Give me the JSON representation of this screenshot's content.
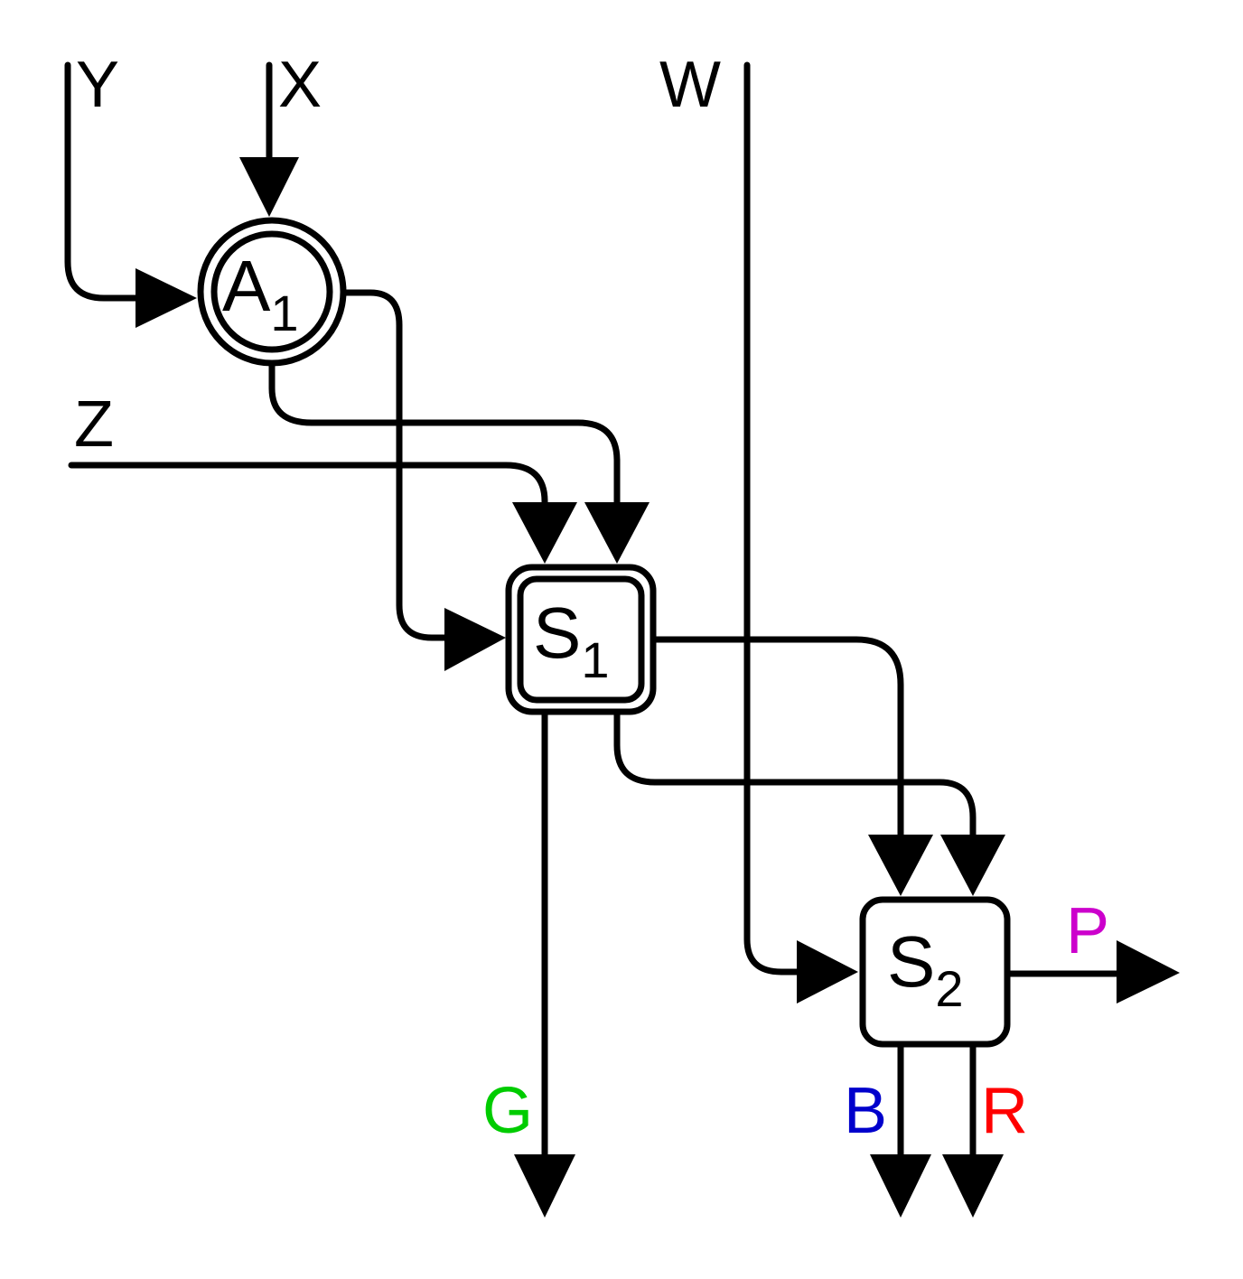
{
  "inputs": {
    "y": {
      "label": "Y",
      "color": "#000000"
    },
    "x": {
      "label": "X",
      "color": "#000000"
    },
    "w": {
      "label": "W",
      "color": "#000000"
    },
    "z": {
      "label": "Z",
      "color": "#000000"
    }
  },
  "nodes": {
    "a1": {
      "name": "A",
      "sub": "1",
      "shape": "double-circle"
    },
    "s1": {
      "name": "S",
      "sub": "1",
      "shape": "double-rounded-square"
    },
    "s2": {
      "name": "S",
      "sub": "2",
      "shape": "rounded-square"
    }
  },
  "outputs": {
    "g": {
      "label": "G",
      "color": "#00cc00"
    },
    "b": {
      "label": "B",
      "color": "#0000cc"
    },
    "r": {
      "label": "R",
      "color": "#ff0000"
    },
    "p": {
      "label": "P",
      "color": "#cc00cc"
    }
  },
  "arrowhead": "filled-triangle"
}
